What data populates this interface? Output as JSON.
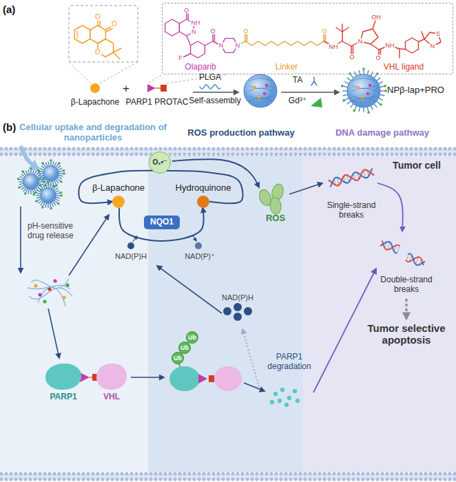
{
  "diagram": {
    "nodes": [
      {
        "text": [
          "Olaparib",
          "Linker",
          "VHL ligand"
        ]
      },
      {
        "text": [
          "NQO1"
        ]
      },
      {
        "text": [
          "O₂•⁻"
        ]
      },
      {
        "text": [
          "β-Lapachone"
        ]
      },
      {
        "text": [
          "Hydroquinone"
        ]
      },
      {
        "text": [
          "PARP1"
        ]
      },
      {
        "text": [
          "VHL"
        ]
      },
      {
        "text": [
          "Ub"
        ]
      },
      {
        "text": [
          "Ub"
        ]
      },
      {
        "text": [
          "Ub"
        ]
      }
    ],
    "edges": [
      {
        "from": 4,
        "to": 3,
        "arrow": "to"
      },
      {
        "from": 3,
        "to": 4,
        "arrow": "to"
      }
    ],
    "labels": [
      "(a)",
      "O",
      "O",
      "O",
      "O",
      "NH",
      "N",
      "F",
      "O",
      "N",
      "N",
      "O",
      "O",
      "NH",
      "O",
      "N",
      "OH",
      "O",
      "NH",
      "S",
      "N",
      "β-Lapachone",
      "+",
      "PARP1 PROTAC",
      "PLGA",
      "Self-assembly",
      "TA",
      "Gd³⁺",
      "NPβ-lap+PRO",
      "(b)",
      "Cellular uptake and degradation of nanoparticles",
      "ROS production pathway",
      "DNA damage pathway",
      "Tumor cell",
      "pH-sensitive drug release",
      "NAD(P)H",
      "NAD(P)⁺",
      "NAD(P)H",
      "ROS",
      "Single-strand breaks",
      "Double-strand breaks",
      "Tumor selective apoptosis",
      "PARP1 degradation"
    ]
  }
}
